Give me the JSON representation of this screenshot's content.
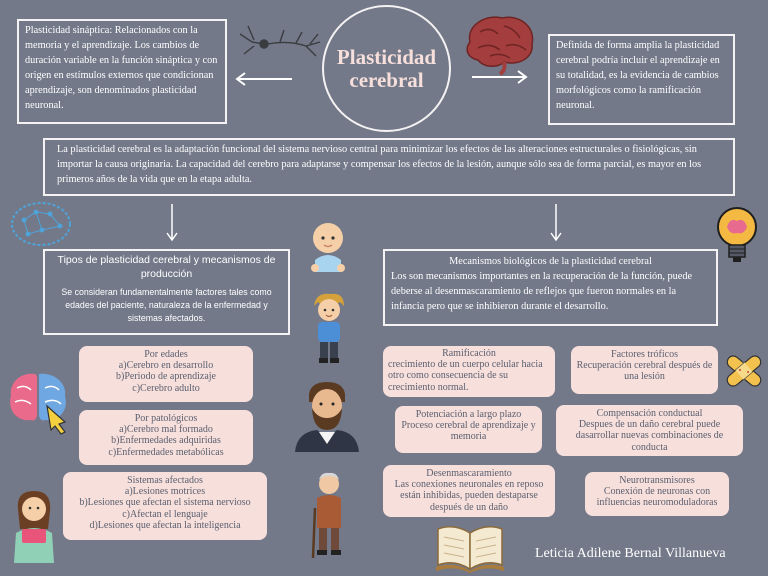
{
  "title": {
    "line1": "Plasticidad",
    "line2": "cerebral"
  },
  "left_definition": "Plasticidad sináptica:  Relacionados con la memoria y el aprendizaje. Los cambios de duración variable en la función sináptica y con origen en estímulos externos que condicionan aprendizaje, son denominados plasticidad neuronal.",
  "right_definition": "Definida de forma amplia la plasticidad cerebral podría incluir el aprendizaje en su totalidad, es la evidencia de cambios morfológicos como la ramificación neuronal.",
  "main_definition": "La plasticidad cerebral es la adaptación funcional del sistema nervioso central para minimizar los efectos de las alteraciones estructurales o fisiológicas, sin importar la causa originaria. La capacidad del cerebro para adaptarse y compensar los efectos de la lesión, aunque sólo sea de forma parcial, es mayor en los primeros años de la vida que en la etapa adulta.",
  "types": {
    "title": "Tipos de plasticidad cerebral y mecanismos de producción",
    "description": "Se consideran fundamentalmente factores tales como edades del paciente, naturaleza de la enfermedad y sistemas afectados."
  },
  "mechanisms": {
    "title": "Mecanismos biológicos de la plasticidad cerebral",
    "description": "Los son mecanismos importantes en la recuperación de la función, puede deberse al desenmascaramiento de reflejos que fueron normales en la infancia pero que se inhibieron durante el desarrollo."
  },
  "by_age": {
    "title": "Por edades",
    "items": [
      "a)Cerebro en desarrollo",
      "b)Periodo de aprendizaje",
      "c)Cerebro adulto"
    ]
  },
  "by_pathology": {
    "title": "Por patológicos",
    "items": [
      "a)Cerebro mal formado",
      "b)Enfermedades adquiridas",
      "c)Enfermedades metabólicas"
    ]
  },
  "by_systems": {
    "title": "Sistemas afectados",
    "items": [
      "a)Lesiones motrices",
      "b)Lesiones que afectan el sistema nervioso",
      "c)Afectan el lenguaje",
      "d)Lesiones que afectan la inteligencia"
    ]
  },
  "ramification": {
    "title": "Ramificación",
    "text": "crecimiento de un cuerpo celular hacia otro como consecuencia de su crecimiento normal."
  },
  "trophic": {
    "title": "Factores tróficos",
    "text": "Recuperación cerebral después de una lesión"
  },
  "potentiation": {
    "title": "Potenciación a largo plazo",
    "text": "Proceso cerebral de aprendizaje y memoria"
  },
  "compensation": {
    "title": "Compensación conductual",
    "text": "Despues de un daño cerebral puede dasarrollar nuevas combinaciones de conducta"
  },
  "unmasking": {
    "title": "Desenmascaramiento",
    "text": "Las conexiones neuronales en reposo están inhibidas, pueden destaparse después de un daño"
  },
  "neurotransmitters": {
    "title": "Neurotransmisores",
    "text": "Conexión de neuronas con influencias neuromoduladoras"
  },
  "author": "Leticia Adilene Bernal Villanueva",
  "colors": {
    "background": "#737989",
    "box_fill": "#f7dfdc",
    "box_text": "#5a5f6e",
    "outline": "#f4f2f2"
  }
}
